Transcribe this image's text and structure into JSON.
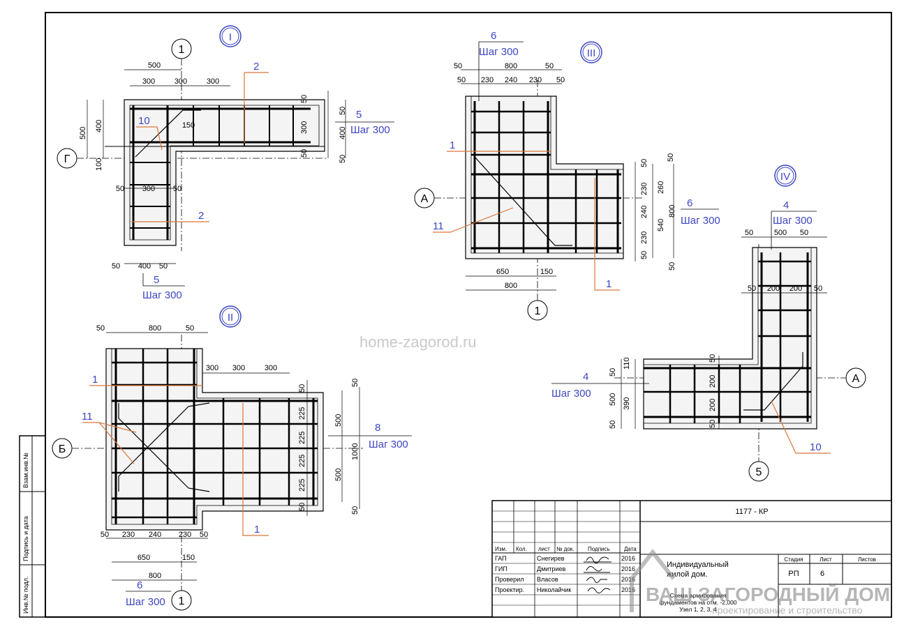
{
  "watermark": "home-zagorod.ru",
  "nodes": [
    {
      "label": "I",
      "axis_v": "1",
      "axis_h": "Г",
      "top_dims": [
        "500",
        "300",
        "300",
        "300"
      ],
      "left_dims": [
        "500",
        "400",
        "100"
      ],
      "right_dims": [
        "50",
        "300",
        "50",
        "50",
        "400",
        "50"
      ],
      "leg_dims": [
        "50",
        "300",
        "50"
      ],
      "bottom_dims": [
        "50",
        "400",
        "50"
      ],
      "inner_dim": "150",
      "bars": [
        {
          "num": "10",
          "step": ""
        },
        {
          "num": "2",
          "step": ""
        },
        {
          "num": "2",
          "step": ""
        },
        {
          "num": "5",
          "step": "Шаг 300"
        },
        {
          "num": "5",
          "step": "Шаг 300"
        }
      ]
    },
    {
      "label": "II",
      "axis_v": "1",
      "axis_h": "Б",
      "top_dims": [
        "50",
        "800",
        "50"
      ],
      "arm_dims": [
        "300",
        "300",
        "300"
      ],
      "right_dims": [
        "50",
        "225",
        "225",
        "225",
        "225",
        "50",
        "500",
        "500",
        "1000",
        "50",
        "50"
      ],
      "bottom_dims": [
        "50",
        "230",
        "240",
        "230",
        "50",
        "650",
        "150",
        "800"
      ],
      "bars": [
        {
          "num": "1",
          "step": ""
        },
        {
          "num": "11",
          "step": ""
        },
        {
          "num": "8",
          "step": "Шаг 300"
        },
        {
          "num": "1",
          "step": ""
        },
        {
          "num": "6",
          "step": "Шаг 300"
        }
      ]
    },
    {
      "label": "III",
      "axis_v": "1",
      "axis_h": "А",
      "top_dims": [
        "50",
        "800",
        "50",
        "50",
        "230",
        "240",
        "230",
        "50"
      ],
      "right_dims": [
        "50",
        "50",
        "230",
        "260",
        "240",
        "540",
        "800",
        "230",
        "50",
        "50"
      ],
      "bottom_dims": [
        "650",
        "150",
        "800"
      ],
      "bars": [
        {
          "num": "6",
          "step": "Шаг 300"
        },
        {
          "num": "1",
          "step": ""
        },
        {
          "num": "11",
          "step": ""
        },
        {
          "num": "6",
          "step": "Шаг 300"
        },
        {
          "num": "1",
          "step": ""
        }
      ]
    },
    {
      "label": "IV",
      "axis_v": "5",
      "axis_h": "А",
      "top_dims": [
        "50",
        "500",
        "50",
        "50",
        "200",
        "200",
        "50"
      ],
      "left_dims": [
        "50",
        "110",
        "500",
        "390",
        "50"
      ],
      "inner_dims": [
        "50",
        "200",
        "200",
        "50"
      ],
      "bars": [
        {
          "num": "4",
          "step": "Шаг 300"
        },
        {
          "num": "4",
          "step": "Шаг 300"
        },
        {
          "num": "10",
          "step": ""
        }
      ]
    }
  ],
  "side_stamp": [
    "Взам.инв.№",
    "Подпись и дата",
    "Инв.№ подл."
  ],
  "title_block": {
    "code": "1177 - КР",
    "headers": [
      "Изм.",
      "Кол.",
      "лист",
      "№ док.",
      "Подпись",
      "Дата"
    ],
    "people": [
      {
        "role": "ГАП",
        "name": "Снегирев",
        "date": "2016"
      },
      {
        "role": "ГИП",
        "name": "Дмитриев",
        "date": "2016"
      },
      {
        "role": "Проверил",
        "name": "Власов",
        "date": "2016"
      },
      {
        "role": "Проектир.",
        "name": "Николайчик",
        "date": "2016"
      }
    ],
    "object_title": [
      "Индивидуальный",
      "жилой дом."
    ],
    "sheet_title": [
      "Схема армирования",
      "фундаментов на отм. -2,000",
      "Узел 1, 2, 3, 4"
    ],
    "stage_label": "Стадия",
    "sheet_label": "Лист",
    "sheets_label": "Листов",
    "stage": "РП",
    "sheet": "6",
    "sheets": ""
  },
  "logo": {
    "line1": "ВАШ ЗАГОРОДНЫЙ ДОМ",
    "line2": "проектирование и строительство"
  }
}
